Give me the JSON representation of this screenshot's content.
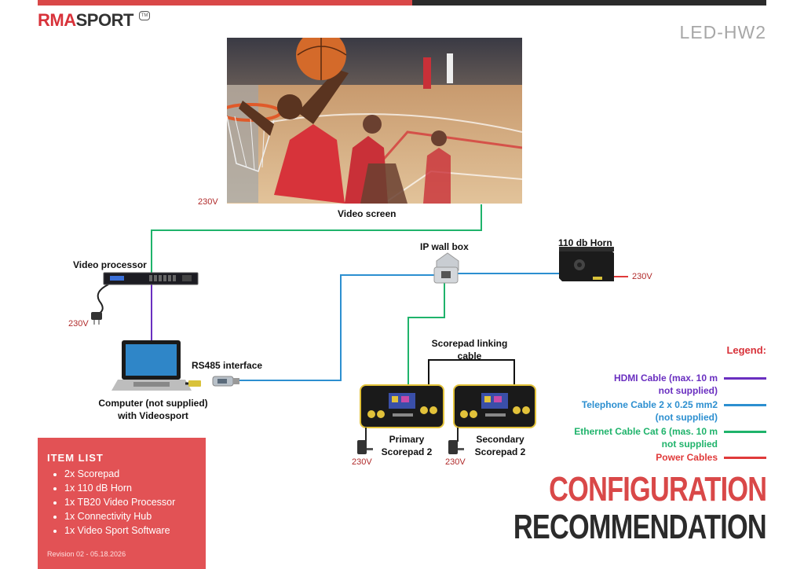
{
  "header": {
    "logo_part1": "RMA",
    "logo_part2": "SPORT",
    "logo_mark": "TM",
    "model_code": "LED-HW2"
  },
  "devices": {
    "video_screen": "Video screen",
    "video_processor": "Video processor",
    "ip_wall_box": "IP wall box",
    "horn": "110 db Horn",
    "rs485": "RS485 interface",
    "computer_line1": "Computer (not supplied)",
    "computer_line2": "with Videosport",
    "scorepad_link_line1": "Scorepad linking",
    "scorepad_link_line2": "cable",
    "primary_line1": "Primary",
    "primary_line2": "Scorepad 2",
    "secondary_line1": "Secondary",
    "secondary_line2": "Scorepad 2"
  },
  "voltages": {
    "screen": "230V",
    "processor": "230V",
    "horn": "230V",
    "primary": "230V",
    "secondary": "230V"
  },
  "legend": {
    "title": "Legend:",
    "items": [
      {
        "line1": "HDMI Cable (max. 10 m",
        "line2": "not supplied)",
        "color": "#6a2fc0"
      },
      {
        "line1": "Telephone Cable 2 x 0.25 mm2",
        "line2": "(not supplied)",
        "color": "#2c8fd0"
      },
      {
        "line1": "Ethernet Cable Cat 6 (mas. 10 m",
        "line2": "not supplied",
        "color": "#1fb36b"
      },
      {
        "line1": "Power Cables",
        "line2": "",
        "color": "#e03a3a"
      }
    ]
  },
  "item_list": {
    "title": "ITEM LIST",
    "items": [
      "2x Scorepad",
      "1x 110 dB Horn",
      "1x TB20 Video Processor",
      "1x Connectivity Hub",
      "1x Video Sport Software"
    ],
    "revision": "Revision 02 - 05.18.2026"
  },
  "titles": {
    "line1": "CONFIGURATION",
    "line2": "RECOMMENDATION"
  },
  "colors": {
    "hdmi": "#6a2fc0",
    "telephone": "#2c8fd0",
    "ethernet": "#1fb36b",
    "power": "#e03a3a",
    "accent": "#d94848"
  }
}
